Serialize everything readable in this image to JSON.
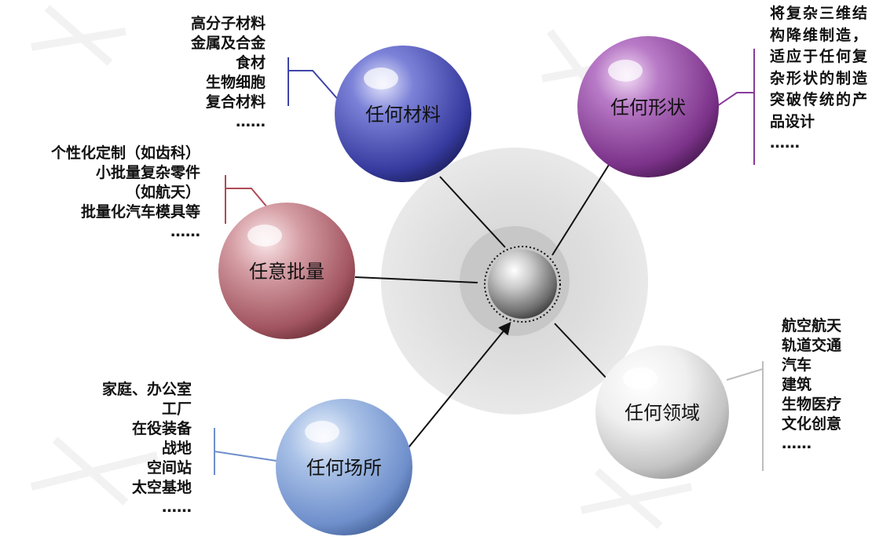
{
  "nodes": {
    "material": "任何材料",
    "shape": "任何形状",
    "batch": "任意批量",
    "place": "任何场所",
    "field": "任何领域"
  },
  "lists": {
    "material": [
      "高分子材料",
      "金属及合金",
      "食材",
      "生物细胞",
      "复合材料",
      "……"
    ],
    "batch": [
      "个性化定制（如齿科）",
      "小批量复杂零件",
      "（如航天）",
      "批量化汽车模具等",
      "……"
    ],
    "place": [
      "家庭、办公室",
      "工厂",
      "在役装备",
      "战地",
      "空间站",
      "太空基地",
      "……"
    ],
    "field": [
      "航空航天",
      "轨道交通",
      "汽车",
      "建筑",
      "生物医疗",
      "文化创意",
      "……"
    ],
    "shape_text": "将复杂三维结构降维制造，适应于任何复杂形状的制造突破传统的产品设计",
    "shape_ellipsis": "……"
  },
  "colors": {
    "material": "#3f45a8",
    "shape": "#8a3a9c",
    "batch": "#b8666e",
    "place": "#7f9fd2",
    "field": "#c9c9c9",
    "center": "#8c8c8c"
  }
}
